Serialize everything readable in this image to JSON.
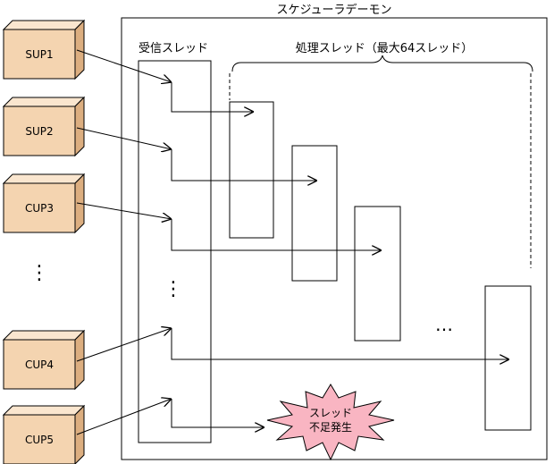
{
  "daemon_label": "スケジューラデーモン",
  "receive_threads_label": "受信スレッド",
  "processing_threads_label": "処理スレッド（最大64スレッド）",
  "clients": [
    "SUP1",
    "SUP2",
    "CUP3",
    "CUP4",
    "CUP5"
  ],
  "ellipsis_vertical": "⋮",
  "ellipsis_horizontal": "…",
  "starburst_line1": "スレッド",
  "starburst_line2": "不足発生",
  "colors": {
    "client_face": "#f4d4b0",
    "client_top": "#fae6cf",
    "client_side": "#dcae80",
    "starburst": "#f9b5c2"
  }
}
